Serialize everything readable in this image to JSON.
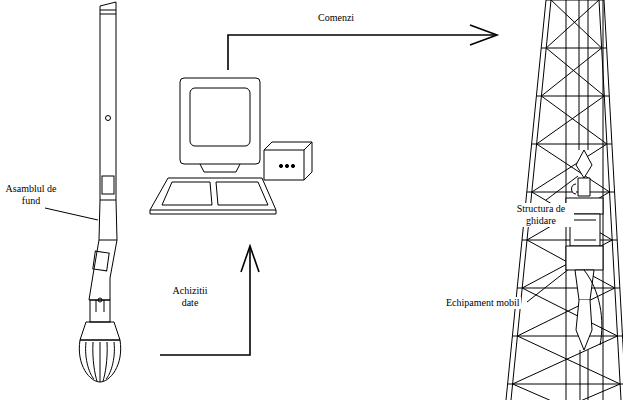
{
  "diagram": {
    "labels": [
      "Comenzi",
      "Asamblul de fund",
      "Achizitii date",
      "Structura de ghidare",
      "Echipament mobil"
    ]
  }
}
